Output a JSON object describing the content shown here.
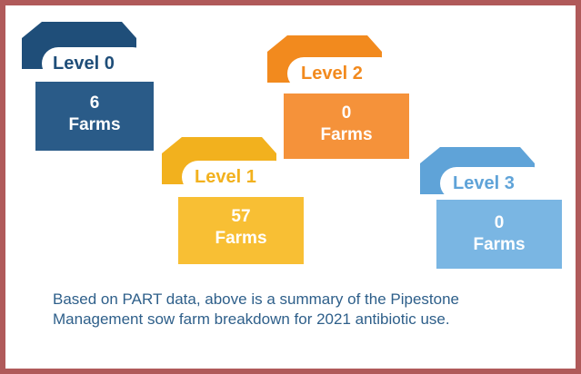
{
  "levels": [
    {
      "name": "Level 0",
      "count": "6",
      "unit": "Farms",
      "color_dark": "#1f4e79",
      "color_box": "#2a5b88",
      "text_color": "#1f4e79"
    },
    {
      "name": "Level 1",
      "count": "57",
      "unit": "Farms",
      "color_dark": "#f2b11e",
      "color_box": "#f8bf34",
      "text_color": "#f2b11e"
    },
    {
      "name": "Level 2",
      "count": "0",
      "unit": "Farms",
      "color_dark": "#f28a1e",
      "color_box": "#f5923a",
      "text_color": "#f28a1e"
    },
    {
      "name": "Level 3",
      "count": "0",
      "unit": "Farms",
      "color_dark": "#5fa3d8",
      "color_box": "#7ab6e3",
      "text_color": "#5fa3d8"
    }
  ],
  "caption": {
    "line1": "Based on PART data, above is a summary of the Pipestone",
    "line2": "Management sow farm breakdown for 2021 antibiotic use."
  }
}
